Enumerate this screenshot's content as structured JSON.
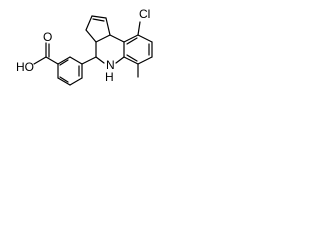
{
  "molecule": {
    "atom_labels": {
      "carboxylic_acid": "HO",
      "carbonyl_oxygen": "O",
      "amine": "N",
      "amine_hydrogen": "H",
      "chlorine": "Cl"
    }
  }
}
